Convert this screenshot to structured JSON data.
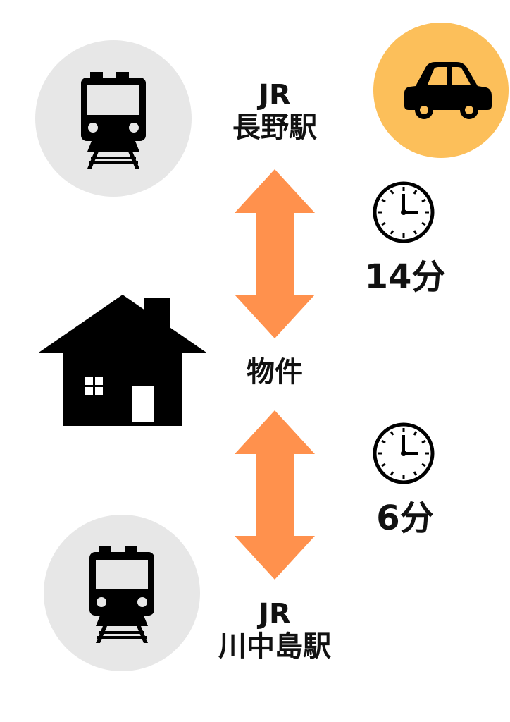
{
  "colors": {
    "arrow": "#FF914D",
    "station_circle": "#E7E7E7",
    "car_circle": "#FCBF5A",
    "icon": "#000000",
    "text": "#111111"
  },
  "stations": {
    "top": {
      "line": "JR",
      "name": "長野駅"
    },
    "bottom": {
      "line": "JR",
      "name": "川中島駅"
    }
  },
  "property": {
    "label": "物件"
  },
  "travel_times": {
    "top": "14分",
    "bottom": "6分"
  },
  "icons": {
    "train_top": "train-icon",
    "train_bottom": "train-icon",
    "car": "car-icon",
    "house": "house-icon",
    "clock_top": "clock-icon",
    "clock_bottom": "clock-icon",
    "arrow_top": "double-arrow-icon",
    "arrow_bottom": "double-arrow-icon"
  }
}
